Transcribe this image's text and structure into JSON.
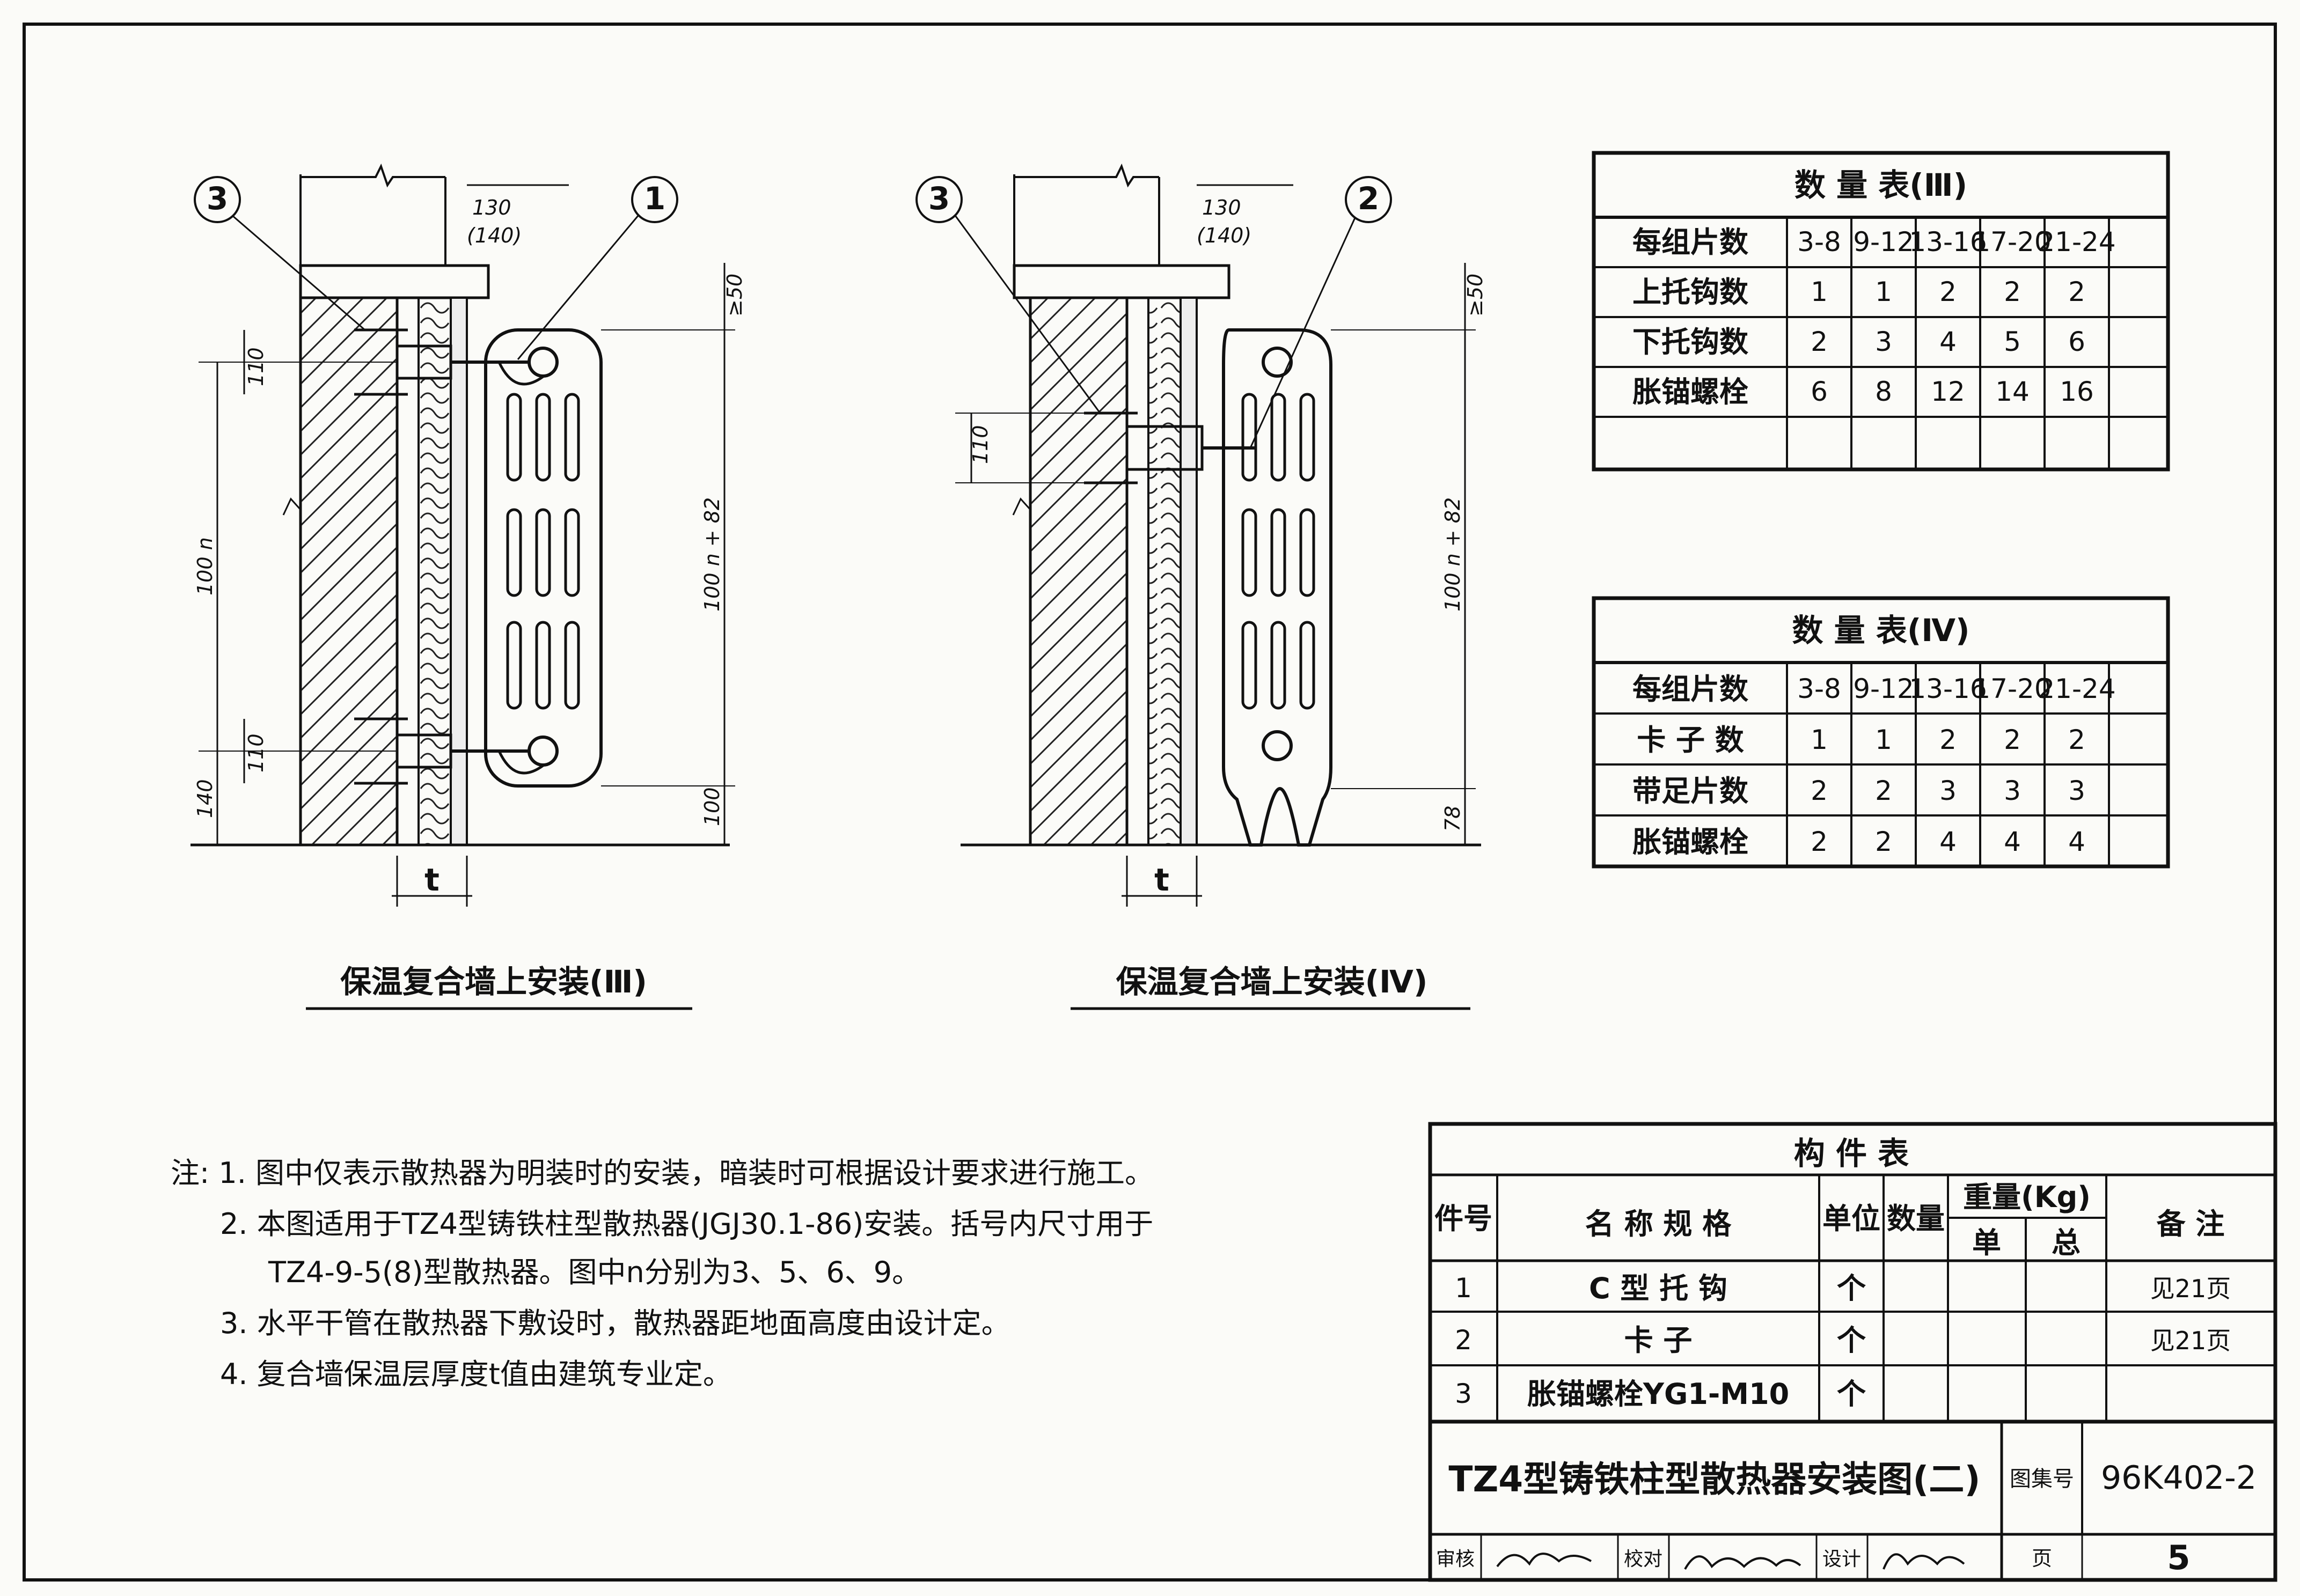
{
  "callouts": {
    "c3": "3",
    "c1": "1",
    "c2": "2"
  },
  "dims": {
    "wall_130": "130",
    "wall_140": "(140)",
    "top_50": "≥50",
    "h110": "110",
    "h100n": "100 n",
    "h140": "140",
    "h100n82": "100 n + 82",
    "h100": "100",
    "h78": "78",
    "t": "t"
  },
  "captions": {
    "left": "保温复合墙上安装(Ⅲ)",
    "right": "保温复合墙上安装(Ⅳ)"
  },
  "table3": {
    "title": "数 量 表(Ⅲ)",
    "header": [
      "每组片数",
      "3-8",
      "9-12",
      "13-16",
      "17-20",
      "21-24",
      ""
    ],
    "rows": [
      [
        "上托钩数",
        "1",
        "1",
        "2",
        "2",
        "2",
        ""
      ],
      [
        "下托钩数",
        "2",
        "3",
        "4",
        "5",
        "6",
        ""
      ],
      [
        "胀锚螺栓",
        "6",
        "8",
        "12",
        "14",
        "16",
        ""
      ],
      [
        "",
        "",
        "",
        "",
        "",
        "",
        ""
      ]
    ]
  },
  "table4": {
    "title": "数 量 表(Ⅳ)",
    "header": [
      "每组片数",
      "3-8",
      "9-12",
      "13-16",
      "17-20",
      "21-24",
      ""
    ],
    "rows": [
      [
        "卡 子 数",
        "1",
        "1",
        "2",
        "2",
        "2",
        ""
      ],
      [
        "带足片数",
        "2",
        "2",
        "3",
        "3",
        "3",
        ""
      ],
      [
        "胀锚螺栓",
        "2",
        "2",
        "4",
        "4",
        "4",
        ""
      ]
    ]
  },
  "notes": [
    "注: 1. 图中仅表示散热器为明装时的安装，暗装时可根据设计要求进行施工。",
    "2. 本图适用于TZ4型铸铁柱型散热器(JGJ30.1-86)安装。括号内尺寸用于",
    "TZ4-9-5(8)型散热器。图中n分别为3、5、6、9。",
    "3. 水平干管在散热器下敷设时，散热器距地面高度由设计定。",
    "4. 复合墙保温层厚度t值由建筑专业定。"
  ],
  "parts": {
    "title": "构 件 表",
    "col_no": "件号",
    "col_name": "名 称 规 格",
    "col_unit": "单位",
    "col_qty": "数量",
    "col_weight": "重量(Kg)",
    "col_single": "单",
    "col_total": "总",
    "col_remark": "备 注",
    "rows": [
      {
        "no": "1",
        "name": "C 型 托 钩",
        "unit": "个",
        "remark": "见21页"
      },
      {
        "no": "2",
        "name": "卡 子",
        "unit": "个",
        "remark": "见21页"
      },
      {
        "no": "3",
        "name": "胀锚螺栓YG1-M10",
        "unit": "个",
        "remark": ""
      }
    ]
  },
  "titleblock": {
    "drawing_title": "TZ4型铸铁柱型散热器安装图(二)",
    "atlas_label": "图集号",
    "atlas_no": "96K402-2",
    "review": "审核",
    "check": "校对",
    "design": "设计",
    "page_label": "页",
    "page_no": "5"
  }
}
